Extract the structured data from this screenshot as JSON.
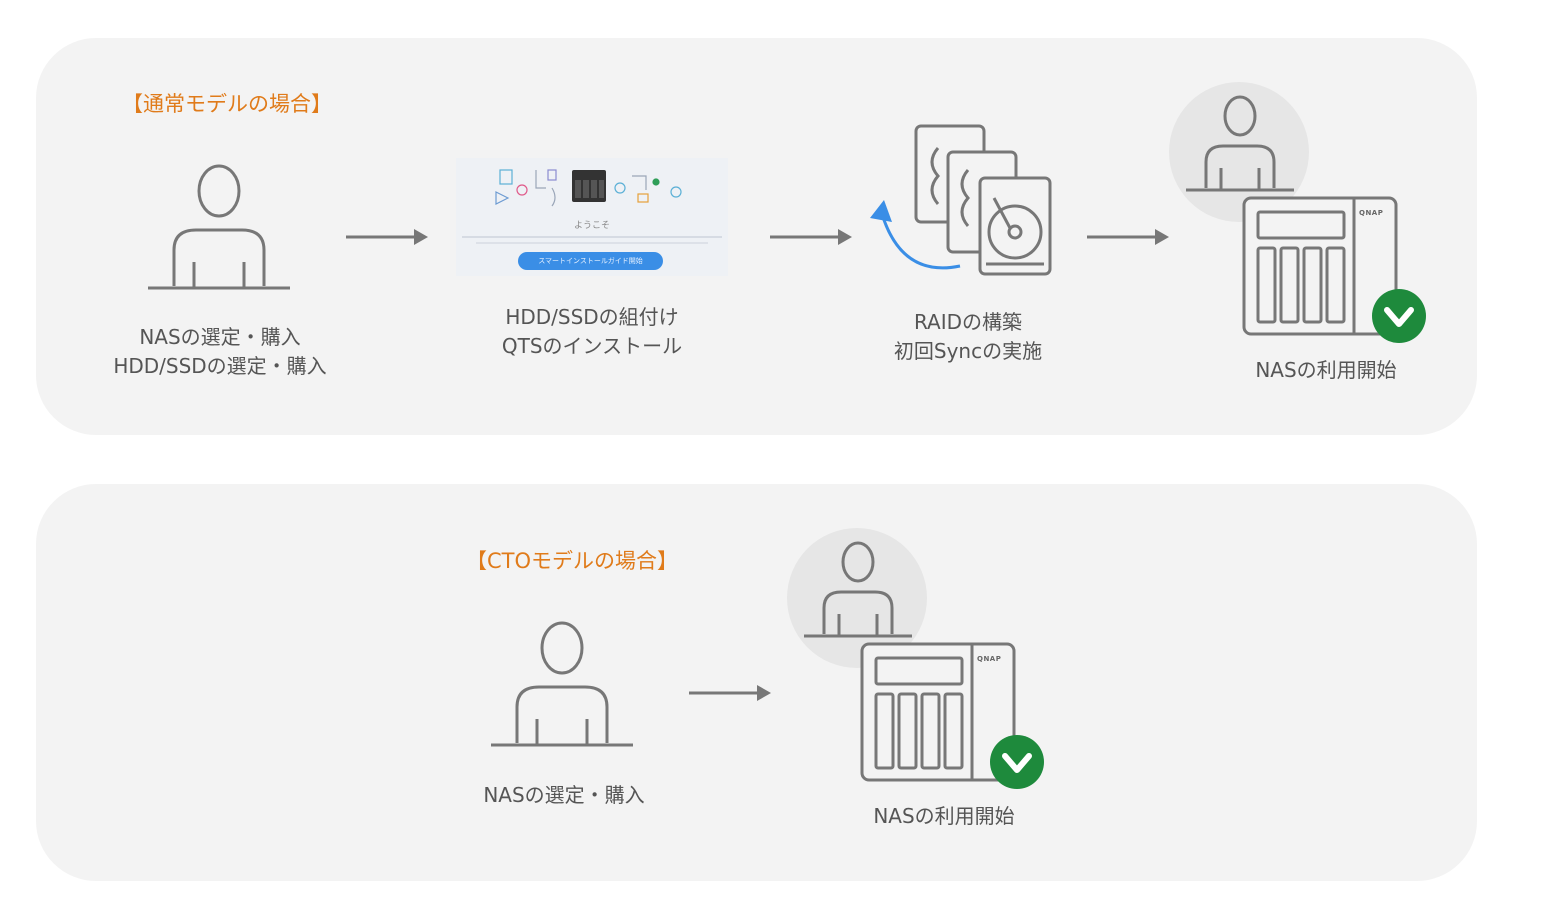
{
  "normal": {
    "heading": "【通常モデルの場合】",
    "steps": [
      {
        "lines": [
          "NASの選定・購入",
          "HDD/SSDの選定・購入"
        ]
      },
      {
        "lines": [
          "HDD/SSDの組付け",
          "QTSのインストール"
        ]
      },
      {
        "lines": [
          "RAIDの構築",
          "初回Syncの実施"
        ]
      },
      {
        "lines": [
          "NASの利用開始"
        ]
      }
    ],
    "screenshot": {
      "welcome": "ようこそ",
      "button": "スマートインストールガイド開始"
    }
  },
  "cto": {
    "heading": "【CTOモデルの場合】",
    "steps": [
      {
        "lines": [
          "NASの選定・購入"
        ]
      },
      {
        "lines": [
          "NASの利用開始"
        ]
      }
    ]
  },
  "brand": "QNAP",
  "colors": {
    "accent": "#e07b1a",
    "panel": "#f3f3f3",
    "line": "#777777",
    "check": "#1e8a3c",
    "sync": "#3a8ee6"
  },
  "icons": [
    "user-icon",
    "arrow-right-icon",
    "hdd-stack-icon",
    "sync-arrow-icon",
    "nas-device-icon",
    "checkmark-icon"
  ]
}
